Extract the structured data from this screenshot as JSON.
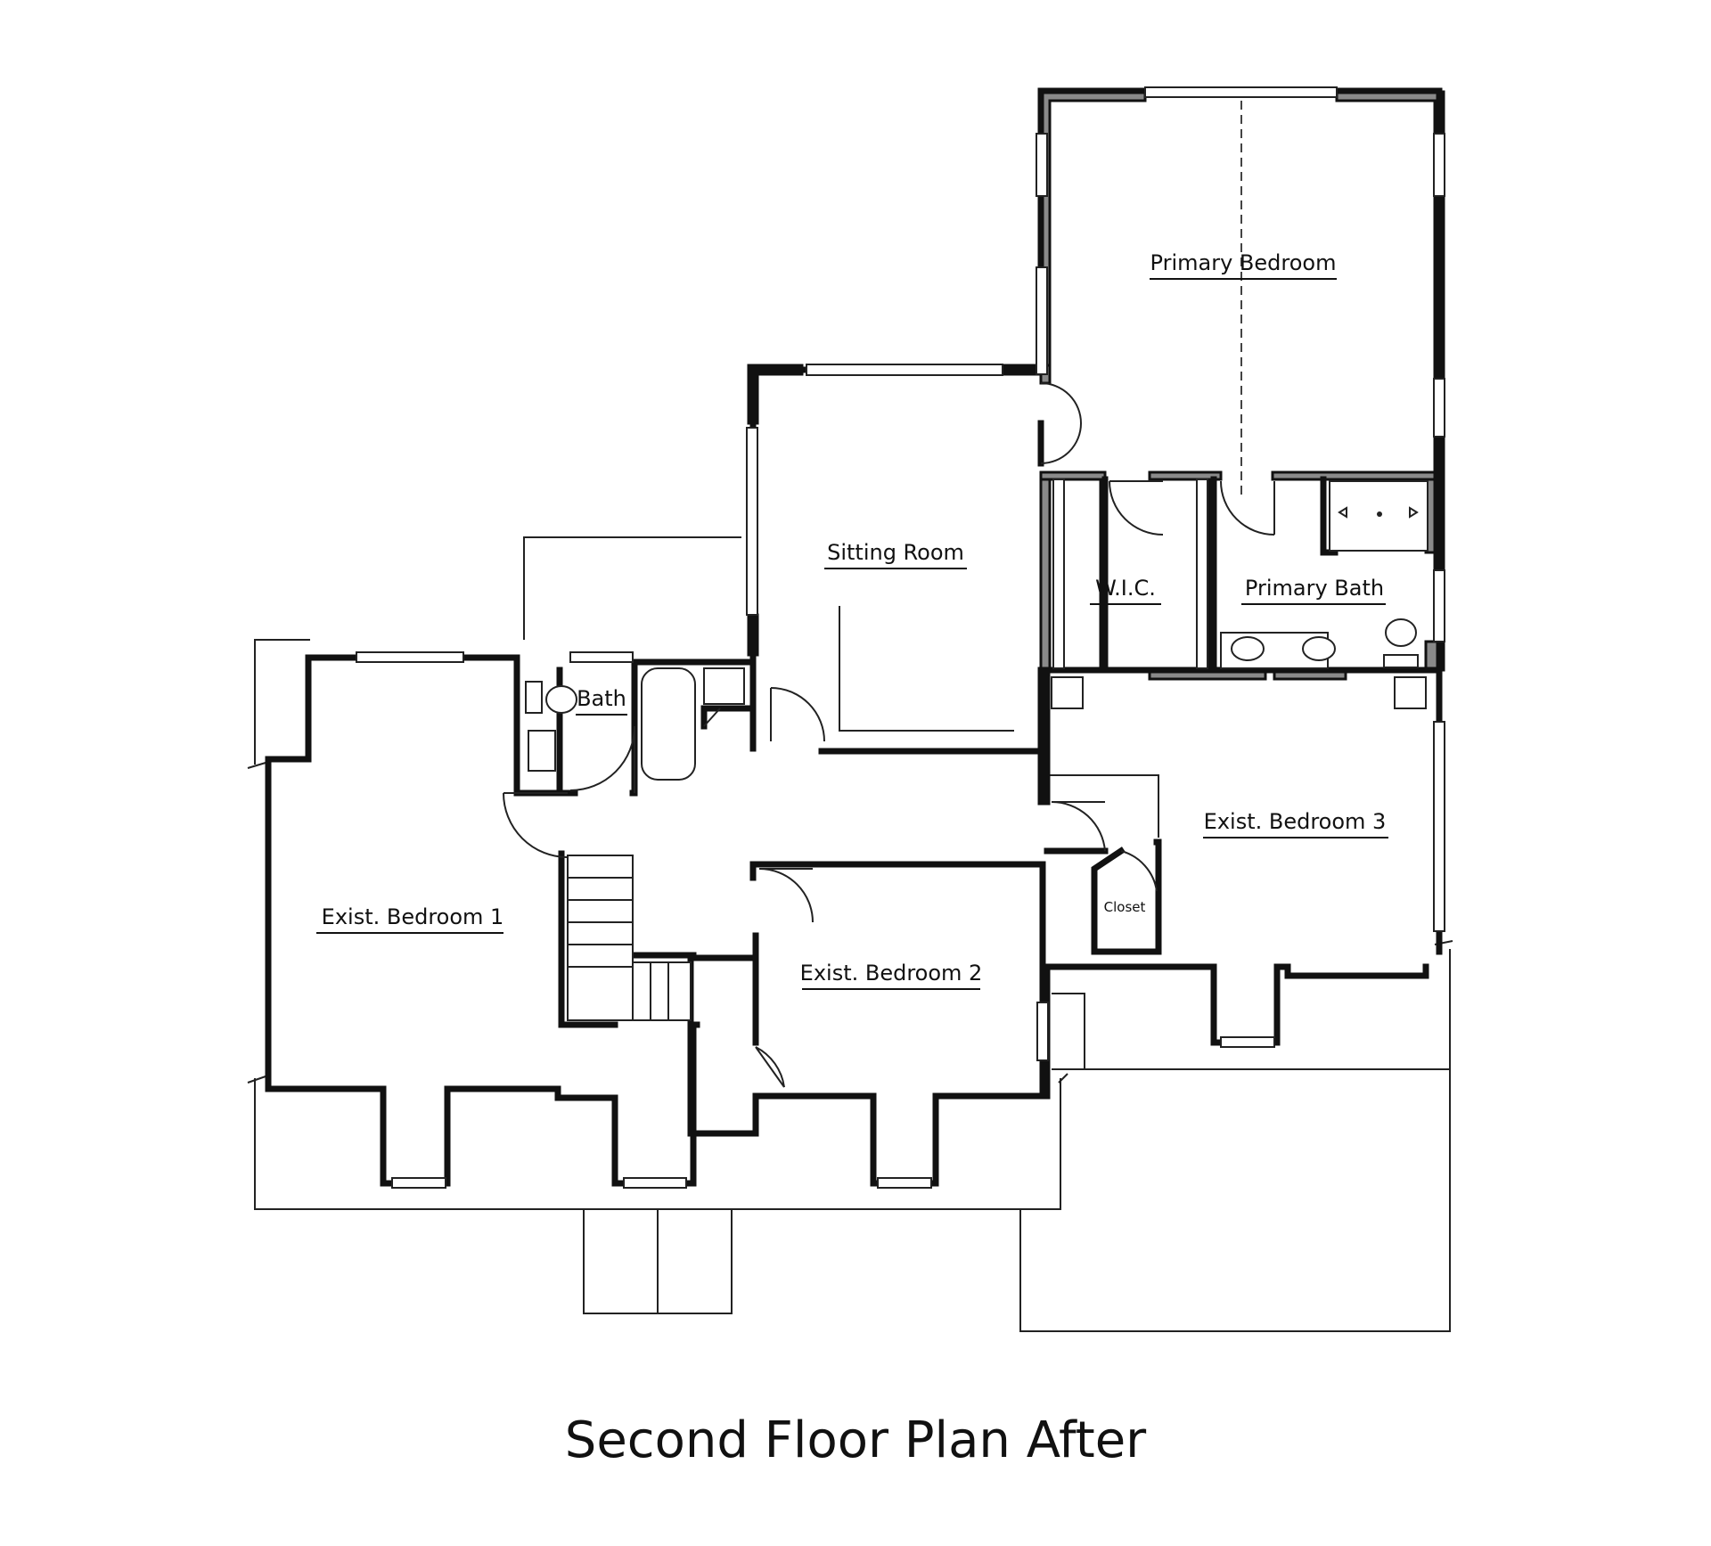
{
  "title": "Second Floor Plan After",
  "rooms": {
    "primary_bedroom": "Primary Bedroom",
    "sitting_room": "Sitting Room",
    "wic": "W.I.C.",
    "primary_bath": "Primary Bath",
    "bath": "Bath",
    "bedroom_1": "Exist. Bedroom 1",
    "bedroom_2": "Exist. Bedroom 2",
    "bedroom_3": "Exist. Bedroom 3",
    "closet": "Closet"
  },
  "colors": {
    "wall": "#111111",
    "new_wall_fill": "#8a8a8a",
    "background": "#ffffff"
  }
}
